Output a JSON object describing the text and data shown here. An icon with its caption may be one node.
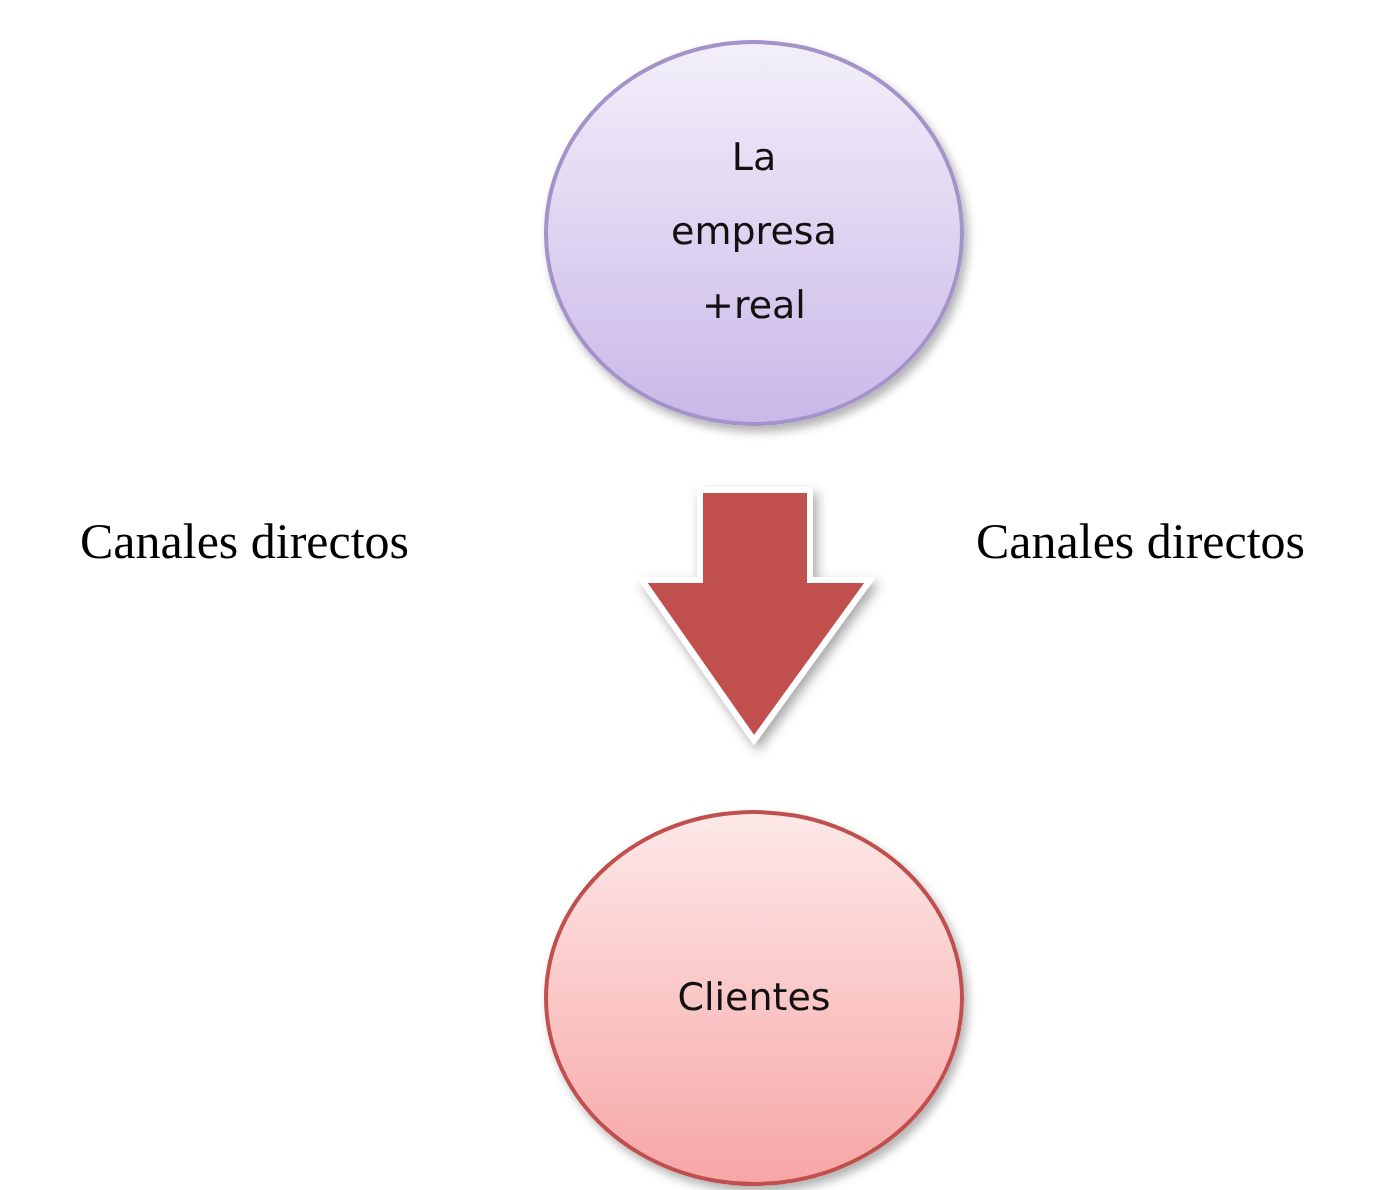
{
  "diagram": {
    "nodes": [
      {
        "text": [
          "La empresa +real"
        ]
      },
      {
        "text": [
          "Clientes"
        ]
      }
    ],
    "edges": [
      {
        "from": 0,
        "to": 1,
        "arrow": "to",
        "style": "thick"
      }
    ],
    "labels": [
      "Canales directos",
      "Canales directos"
    ]
  }
}
